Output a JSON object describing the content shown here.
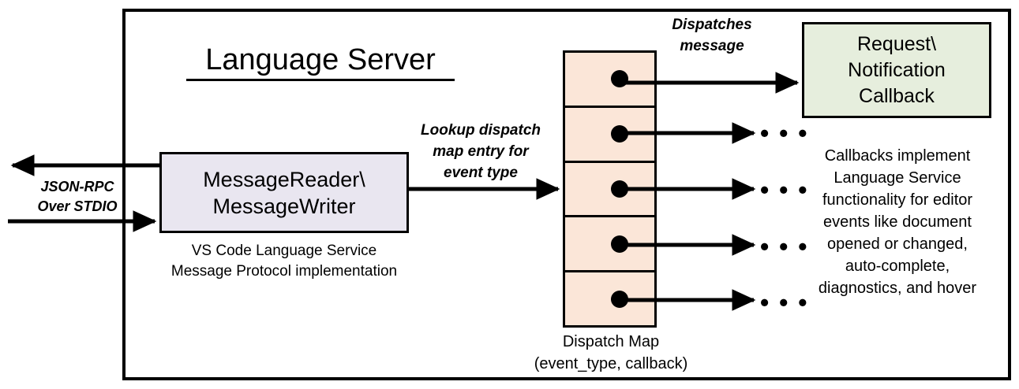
{
  "diagram": {
    "title": "Language Server",
    "frame_name": "language-server-boundary"
  },
  "external_io": {
    "label": "JSON-RPC\nOver STDIO",
    "inbound_arrow": "arrow-into-message-reader",
    "outbound_arrow": "arrow-out-of-message-writer"
  },
  "message_io": {
    "box_label": "MessageReader\\\nMessageWriter",
    "caption": "VS Code Language Service\nMessage Protocol implementation",
    "fill": "#e9e6f0",
    "stroke": "#000000"
  },
  "lookup_edge": {
    "label": "Lookup dispatch\nmap entry for\nevent type"
  },
  "dispatch_map": {
    "caption": "Dispatch Map\n(event_type, callback)",
    "fill": "#fbe6d8",
    "stroke": "#000000",
    "cell_count": 5,
    "cells": [
      {
        "name": "dispatch-map-cell-1",
        "dot": "callback-dot"
      },
      {
        "name": "dispatch-map-cell-2",
        "dot": "callback-dot"
      },
      {
        "name": "dispatch-map-cell-3",
        "dot": "callback-dot"
      },
      {
        "name": "dispatch-map-cell-4",
        "dot": "callback-dot"
      },
      {
        "name": "dispatch-map-cell-5",
        "dot": "callback-dot"
      }
    ]
  },
  "dispatch_edge": {
    "label": "Dispatches\nmessage"
  },
  "callback": {
    "box_label": "Request\\\nNotification\nCallback",
    "caption": "Callbacks implement\nLanguage Service\nfunctionality for editor\nevents like document\nopened or changed,\nauto-complete,\ndiagnostics, and hover",
    "fill": "#e6eedd",
    "stroke": "#000000"
  },
  "ellipses": {
    "glyph": "• • •",
    "count": 4
  }
}
